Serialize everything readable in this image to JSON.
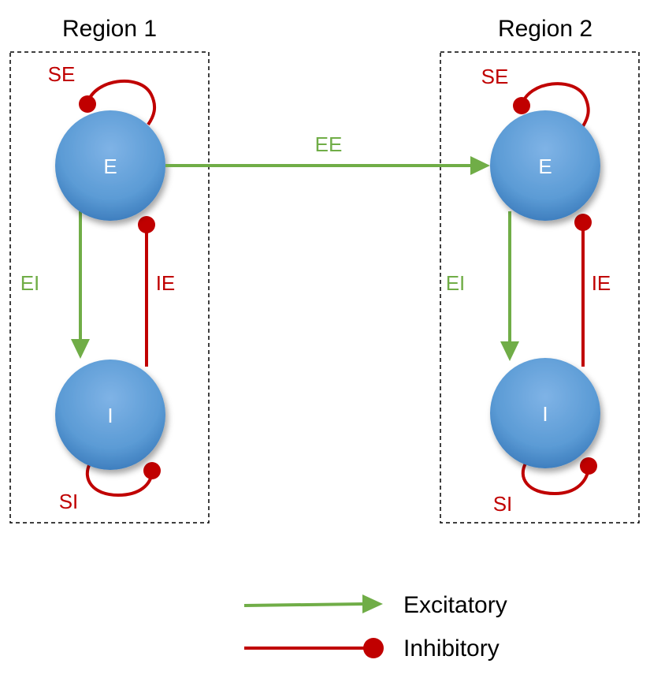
{
  "regions": [
    {
      "title": "Region 1",
      "nodes": {
        "e": "E",
        "i": "I"
      },
      "edges": {
        "se": "SE",
        "ei": "EI",
        "ie": "IE",
        "si": "SI"
      }
    },
    {
      "title": "Region 2",
      "nodes": {
        "e": "E",
        "i": "I"
      },
      "edges": {
        "se": "SE",
        "ei": "EI",
        "ie": "IE",
        "si": "SI"
      }
    }
  ],
  "inter_region_edge": "EE",
  "legend": {
    "excitatory": "Excitatory",
    "inhibitory": "Inhibitory"
  },
  "colors": {
    "excitatory": "#70ad47",
    "inhibitory": "#c00000",
    "node": "#5b9bd5"
  }
}
